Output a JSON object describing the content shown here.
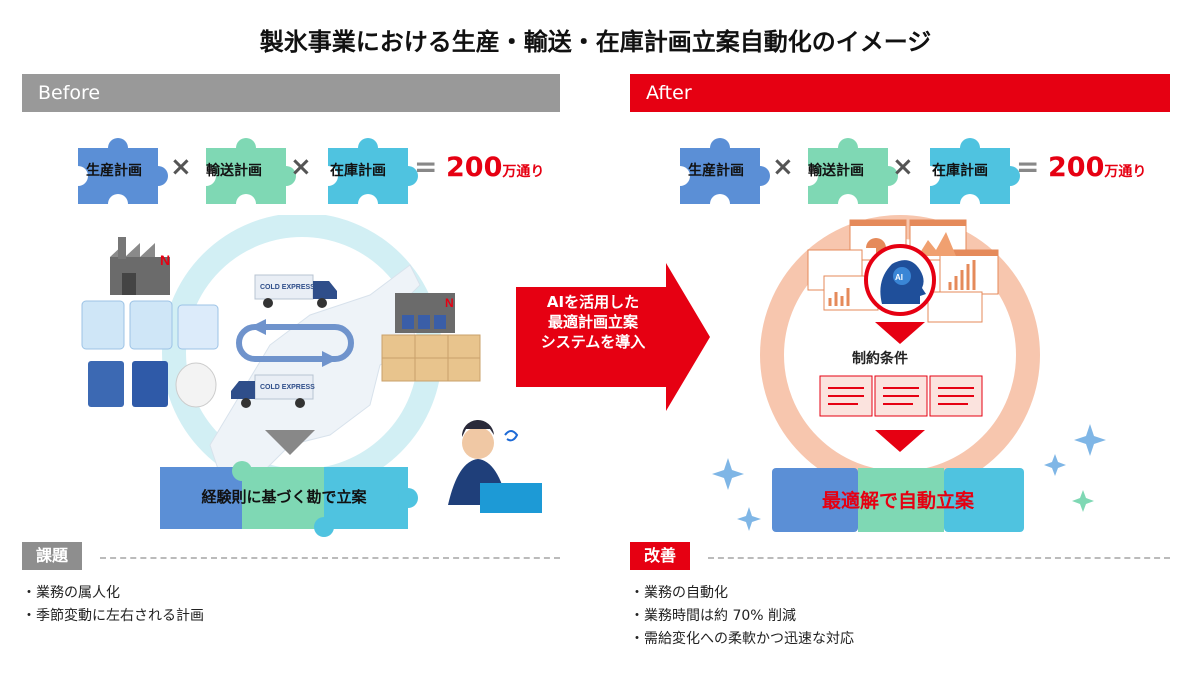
{
  "title": "製氷事業における生産・輸送・在庫計画立案自動化のイメージ",
  "before": {
    "header": "Before",
    "puzzle": {
      "production": "生産計画",
      "transport": "輸送計画",
      "inventory": "在庫計画",
      "times": "×",
      "equals": "=",
      "result_number": "200",
      "result_unit": "万通り"
    },
    "truck_label": "COLD EXPRESS",
    "process_label": "経験則に基づく勘で立案",
    "issues_tag": "課題",
    "issues": [
      "・業務の属人化",
      "・季節変動に左右される計画"
    ]
  },
  "center_arrow": {
    "lines": [
      "AIを活用した",
      "最適計画立案",
      "システムを導入"
    ]
  },
  "after": {
    "header": "After",
    "puzzle": {
      "production": "生産計画",
      "transport": "輸送計画",
      "inventory": "在庫計画",
      "times": "×",
      "equals": "=",
      "result_number": "200",
      "result_unit": "万通り"
    },
    "ai_badge": "AI",
    "constraints_label": "制約条件",
    "result_banner": "最適解で自動立案",
    "improvements_tag": "改善",
    "improvements": [
      "・業務の自動化",
      "・業務時間は約 70% 削減",
      "・需給変化への柔軟かつ迅速な対応"
    ]
  },
  "colors": {
    "red": "#e60012",
    "gray": "#999999",
    "puzzle_blue": "#5b8fd6",
    "puzzle_green": "#7fd8b4",
    "puzzle_cyan": "#4fc3e0",
    "ring_light": "#d2eff4",
    "ring_salmon": "#f7c6ae"
  }
}
